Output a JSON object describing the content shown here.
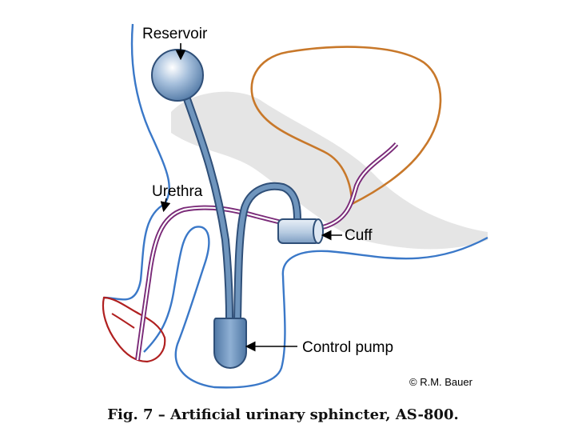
{
  "labels": {
    "reservoir": "Reservoir",
    "urethra": "Urethra",
    "cuff": "Cuff",
    "control_pump": "Control pump"
  },
  "credit": "© R.M. Bauer",
  "caption": "Fig. 7 – Artificial urinary sphincter, AS-800.",
  "colors": {
    "skin_outline": "#3a78c8",
    "bladder": "#c8782a",
    "urethra": "#7a2a78",
    "glans": "#b02020",
    "device_fill": "#6f95bd",
    "device_dark": "#2f4f78",
    "shadow": "#e6e6e6"
  }
}
